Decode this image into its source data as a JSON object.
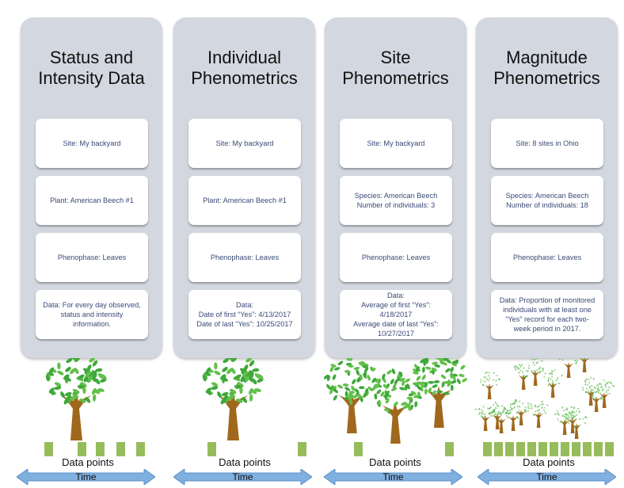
{
  "columns": [
    {
      "title": "Status and\nIntensity Data",
      "cards": [
        "Site: My backyard",
        "Plant: American Beech #1",
        "Phenophase: Leaves",
        "Data: For every day observed,\nstatus and intensity\ninformation."
      ],
      "data_points_label": "Data points",
      "data_point_count": 5,
      "time_label": "Time",
      "tree_count": 1
    },
    {
      "title": "Individual\nPhenometrics",
      "cards": [
        "Site: My backyard",
        "Plant: American Beech #1",
        "Phenophase: Leaves",
        "Data:\nDate of first “Yes”: 4/13/2017\nDate of last “Yes”:  10/25/2017"
      ],
      "data_points_label": "Data points",
      "data_point_count": 2,
      "time_label": "Time",
      "tree_count": 1
    },
    {
      "title": "Site\nPhenometrics",
      "cards": [
        "Site: My backyard",
        "Species: American Beech\nNumber of individuals: 3",
        "Phenophase: Leaves",
        "Data:\nAverage of first “Yes”:\n4/18/2017\nAverage date of last “Yes”:\n10/27/2017"
      ],
      "data_points_label": "Data points",
      "data_point_count": 2,
      "time_label": "Time",
      "tree_count": 3
    },
    {
      "title": "Magnitude\nPhenometrics",
      "cards": [
        "Site: 8 sites in Ohio",
        "Species: American Beech\nNumber of individuals: 18",
        "Phenophase: Leaves",
        "Data: Proportion of monitored\nindividuals with at least one\n“Yes” record for each two-\nweek period in 2017."
      ],
      "data_points_label": "Data points",
      "data_point_count": 12,
      "time_label": "Time",
      "tree_count": 18
    }
  ],
  "colors": {
    "panel": "#d3d7df",
    "card_text": "#3a4a78",
    "data_point": "#97bc5c",
    "arrow": "#7fb0e0",
    "leaf": "#3ea83a",
    "trunk": "#a0681c"
  }
}
